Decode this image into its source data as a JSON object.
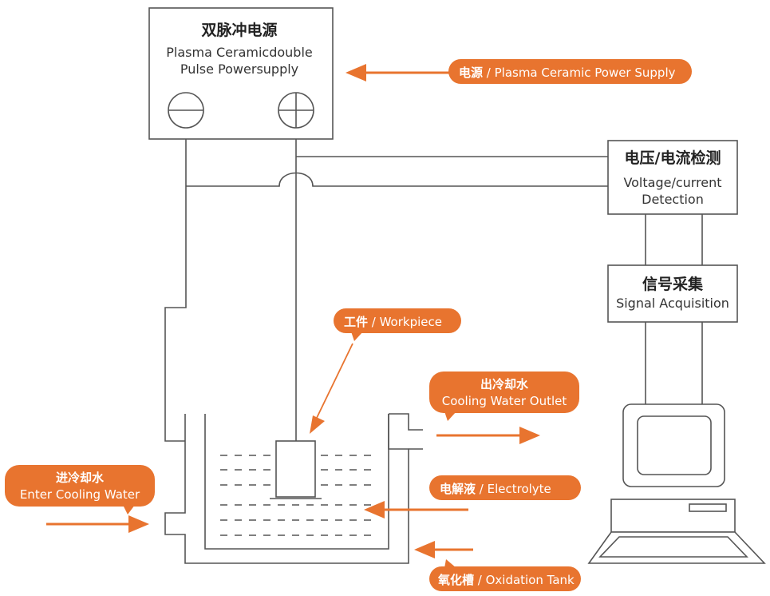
{
  "power_supply": {
    "title_cn": "双脉冲电源",
    "title_en_line1": "Plasma Ceramicdouble",
    "title_en_line2": "Pulse Powersupply"
  },
  "detection": {
    "title_cn": "电压/电流检测",
    "title_en_line1": "Voltage/current",
    "title_en_line2": "Detection"
  },
  "acquisition": {
    "title_cn": "信号采集",
    "title_en": "Signal Acquisition"
  },
  "callouts": {
    "power": {
      "cn": "电源",
      "en": " / Plasma Ceramic Power Supply"
    },
    "workpiece": {
      "cn": "工件",
      "en": " / Workpiece"
    },
    "cooling_outlet": {
      "cn": "出冷却水",
      "en": "Cooling Water Outlet"
    },
    "cooling_inlet": {
      "cn": "进冷却水",
      "en": "Enter Cooling Water"
    },
    "electrolyte": {
      "cn": "电解液",
      "en": " / Electrolyte"
    },
    "oxidation_tank": {
      "cn": "氧化槽",
      "en": " / Oxidation Tank"
    }
  },
  "colors": {
    "accent": "#E8742F",
    "line": "#555555",
    "text": "#333333"
  }
}
